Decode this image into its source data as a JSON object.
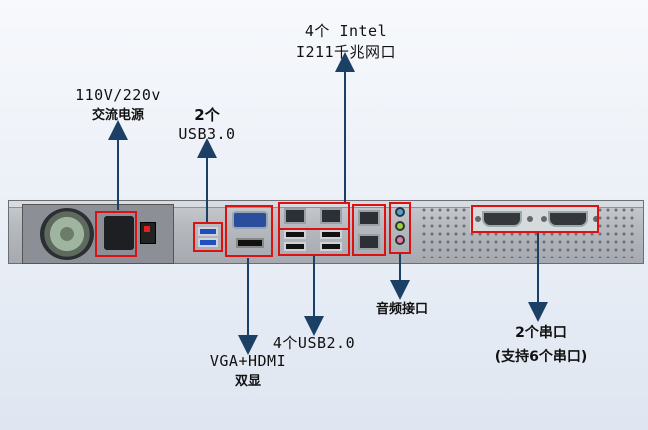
{
  "labels": {
    "power": {
      "line1": "110V/220v",
      "line2": "交流电源"
    },
    "usb3": {
      "line1": "2个",
      "line2": "USB3.0"
    },
    "lan": {
      "line1": "4个 Intel",
      "line2": "I211千兆网口"
    },
    "vga": {
      "line1": "VGA+HDMI",
      "line2": "双显"
    },
    "usb2": {
      "line1": "4个USB2.0"
    },
    "audio": {
      "line1": "音频接口"
    },
    "serial": {
      "line1": "2个串口",
      "line2": "(支持6个串口)"
    }
  },
  "colors": {
    "highlight": "#dd1111",
    "arrow": "#1c3f66"
  }
}
